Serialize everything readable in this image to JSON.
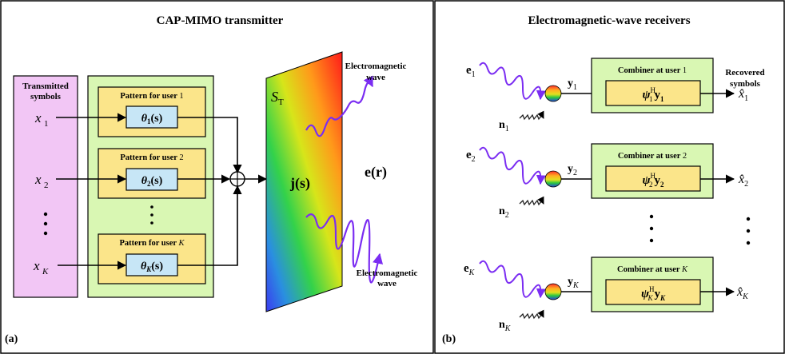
{
  "panel_a": {
    "title": "CAP-MIMO transmitter",
    "tag": "(a)",
    "transmitted_label_1": "Transmitted",
    "transmitted_label_2": "symbols",
    "inputs": [
      "x₁",
      "x₂",
      "xₖ"
    ],
    "input_subs": [
      "1",
      "2",
      "K"
    ],
    "patterns": [
      {
        "label": "Pattern for user",
        "user": "1",
        "fn": "θ",
        "fn_sub": "1",
        "fn_arg": "(s)"
      },
      {
        "label": "Pattern for user",
        "user": "2",
        "fn": "θ",
        "fn_sub": "2",
        "fn_arg": "(s)"
      },
      {
        "label": "Pattern for user",
        "user": "K",
        "fn": "θ",
        "fn_sub": "K",
        "fn_arg": "(s)"
      }
    ],
    "surface_label": "S",
    "surface_sub": "T",
    "current_label": "j(s)",
    "field_label": "e(r)",
    "em_wave_top_1": "Electromagnetic",
    "em_wave_top_2": "wave",
    "em_wave_bottom_1": "Electromagnetic",
    "em_wave_bottom_2": "wave",
    "vdots": "⋮"
  },
  "panel_b": {
    "title": "Electromagnetic-wave receivers",
    "tag": "(b)",
    "recovered_1": "Recovered",
    "recovered_2": "symbols",
    "users": [
      {
        "e": "e",
        "e_sub": "1",
        "n": "n",
        "n_sub": "1",
        "y": "y",
        "y_sub": "1",
        "combiner": "Combiner at user",
        "cu": "1",
        "psi_sub": "1",
        "out_sub": "1"
      },
      {
        "e": "e",
        "e_sub": "2",
        "n": "n",
        "n_sub": "2",
        "y": "y",
        "y_sub": "2",
        "combiner": "Combiner at user",
        "cu": "2",
        "psi_sub": "2",
        "out_sub": "2"
      },
      {
        "e": "e",
        "e_sub": "K",
        "n": "n",
        "n_sub": "K",
        "y": "y",
        "y_sub": "K",
        "combiner": "Combiner at user",
        "cu": "K",
        "psi_sub": "K",
        "out_sub": "K"
      }
    ],
    "psi": "ψ",
    "herm": "H",
    "xhat": "x̂"
  },
  "colors": {
    "purple_box": "#f2c6f5",
    "green_box": "#d9f7b3",
    "yellow_box": "#fbe58a",
    "blue_box": "#c7e6f6",
    "wave": "#7b2df2"
  }
}
